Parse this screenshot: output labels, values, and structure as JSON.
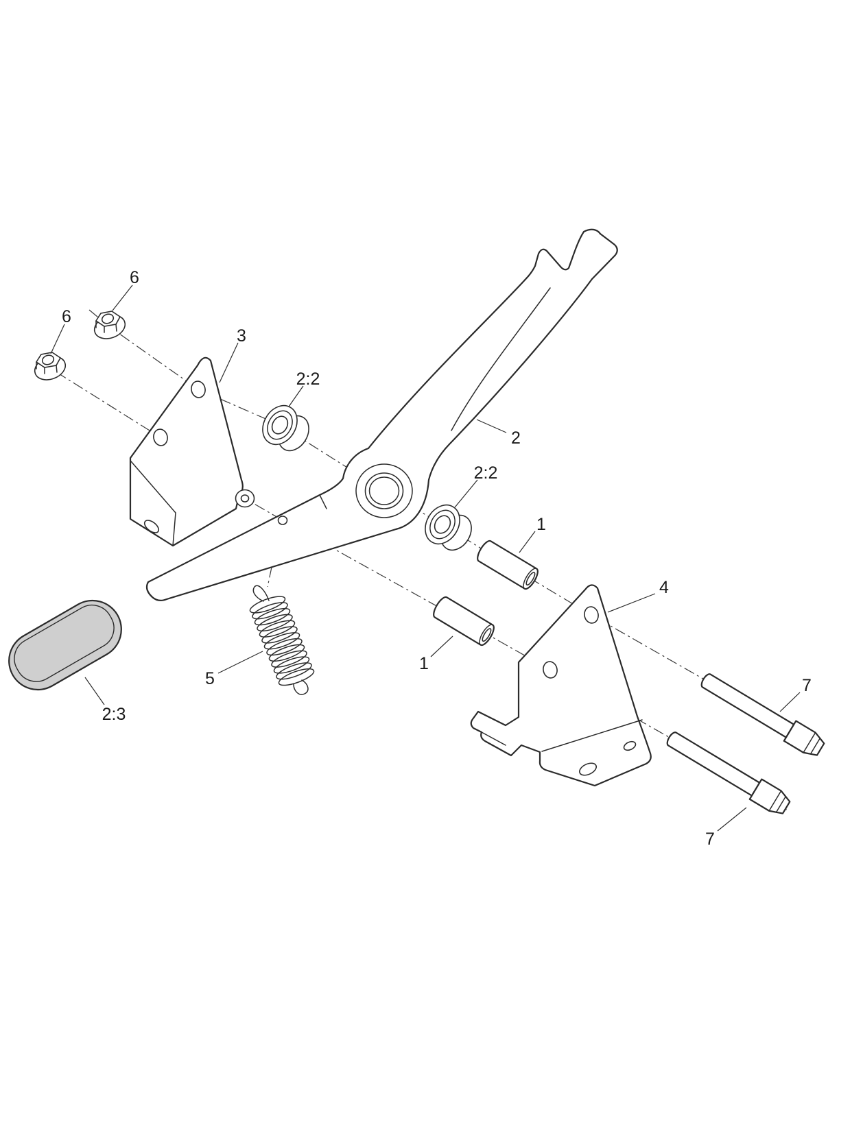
{
  "diagram": {
    "background_color": "#ffffff",
    "line_color": "#2b2b2b",
    "pad_fill_color": "#cfcfcf",
    "callouts": [
      {
        "label": "6"
      },
      {
        "label": "6"
      },
      {
        "label": "3"
      },
      {
        "label": "2:2"
      },
      {
        "label": "2"
      },
      {
        "label": "2:2"
      },
      {
        "label": "1"
      },
      {
        "label": "4"
      },
      {
        "label": "1"
      },
      {
        "label": "5"
      },
      {
        "label": "2:3"
      },
      {
        "label": "7"
      },
      {
        "label": "7"
      }
    ]
  }
}
